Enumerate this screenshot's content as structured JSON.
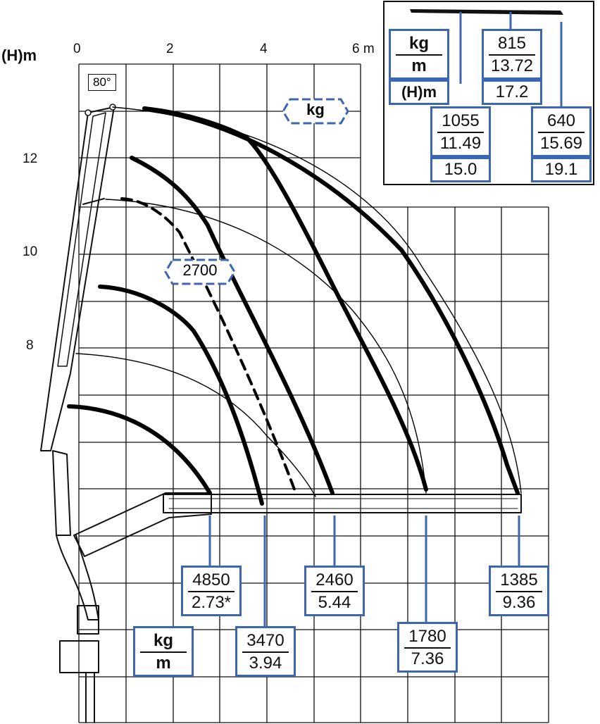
{
  "axes": {
    "y_unit": "(H)m",
    "x_ticks": [
      "0",
      "2",
      "4",
      "6 m"
    ],
    "y_ticks": [
      "12",
      "10",
      "8"
    ]
  },
  "boom_angle": "80°",
  "curve_labels": {
    "kg_label": "kg",
    "dashed_load": "2700"
  },
  "legend_bottom": {
    "top": "kg",
    "bottom": "m"
  },
  "bottom_labels": [
    {
      "kg": "4850",
      "m": "2.73*"
    },
    {
      "kg": "3470",
      "m": "3.94"
    },
    {
      "kg": "2460",
      "m": "5.44"
    },
    {
      "kg": "1780",
      "m": "7.36"
    },
    {
      "kg": "1385",
      "m": "9.36"
    }
  ],
  "inset": {
    "legend": {
      "top": "kg",
      "bottom": "m",
      "height_label": "(H)m"
    },
    "entries": [
      {
        "kg": "815",
        "m": "13.72",
        "h": "17.2"
      },
      {
        "kg": "1055",
        "m": "11.49",
        "h": "15.0"
      },
      {
        "kg": "640",
        "m": "15.69",
        "h": "19.1"
      }
    ]
  },
  "colors": {
    "label_border": "#3c66b2",
    "grid": "#111111",
    "curve": "#000000"
  }
}
